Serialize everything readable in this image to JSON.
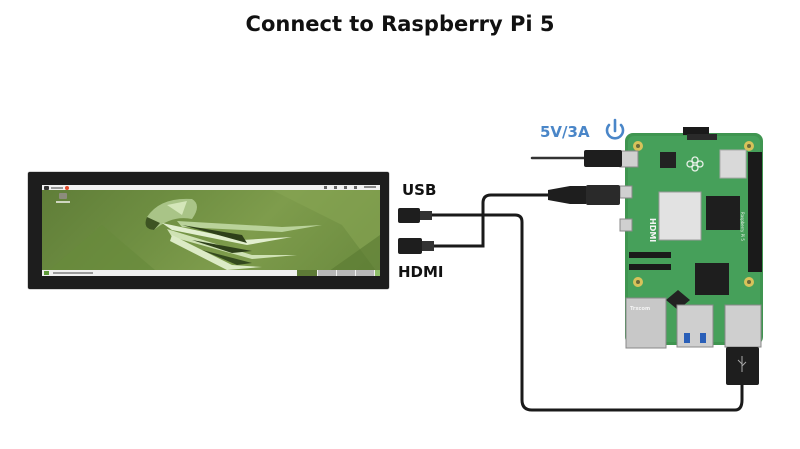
{
  "title": "Connect to Raspberry Pi 5",
  "labels": {
    "usb": "USB",
    "hdmi": "HDMI",
    "power": "5V/3A"
  },
  "icons": {
    "power": "power-icon",
    "usb_symbol": "usb-icon",
    "raspberry_logo": "raspberry-logo-icon"
  },
  "board": {
    "name": "Raspberry Pi 5",
    "hdmi_silk": "HDMI",
    "ethernet_brand": "Trxcom"
  },
  "colors": {
    "power_label": "#4a86c8",
    "board_green": "#3a8a4a",
    "cable": "#1a1a1a",
    "screen_green": "#6f8f42"
  }
}
